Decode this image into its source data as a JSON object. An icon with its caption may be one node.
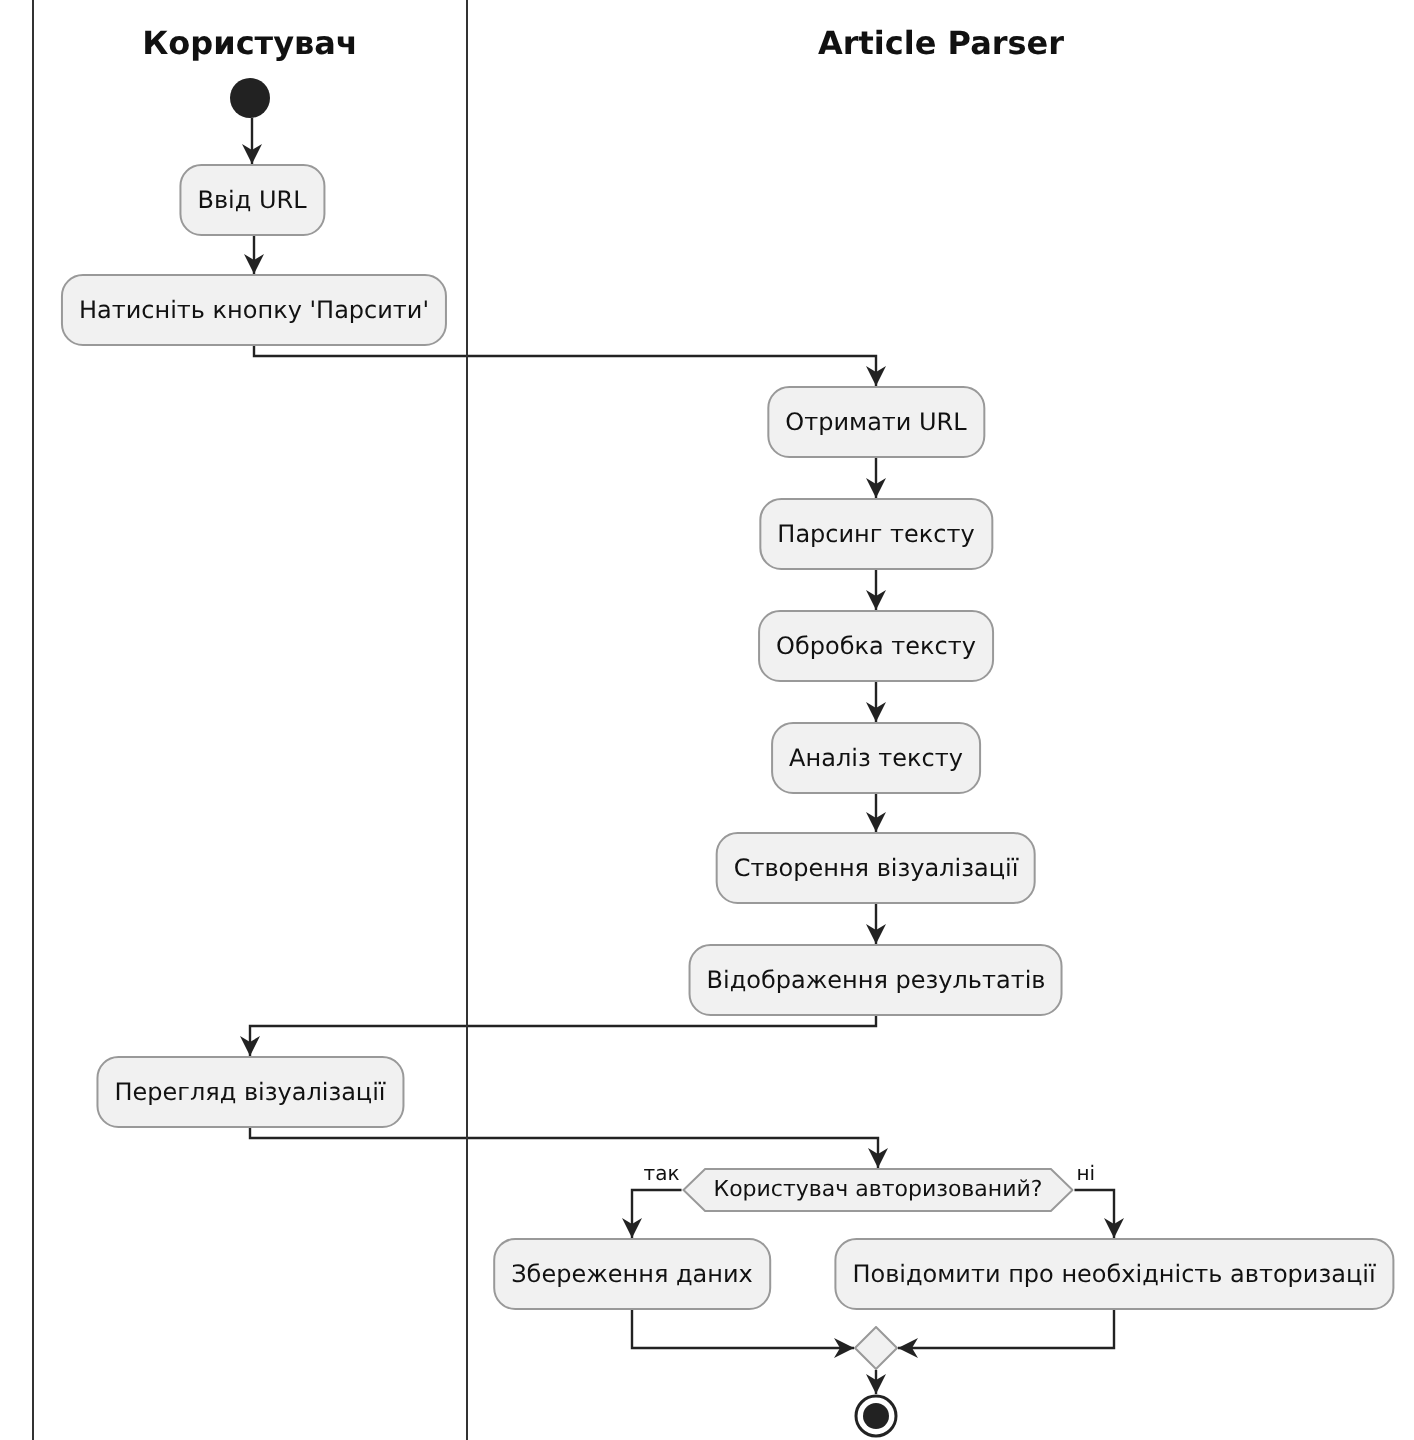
{
  "diagram": {
    "nodes": [
      {
        "text": [
          "Користувач"
        ]
      },
      {
        "text": [
          "Article Parser"
        ]
      },
      {
        "text": [],
        "shape": "circle",
        "in": 0
      },
      {
        "text": [
          "Ввід URL"
        ],
        "in": 0
      },
      {
        "text": [
          "Натисніть кнопку 'Парсити'"
        ],
        "in": 0
      },
      {
        "text": [
          "Отримати URL"
        ],
        "in": 1
      },
      {
        "text": [
          "Парсинг тексту"
        ],
        "in": 1
      },
      {
        "text": [
          "Обробка тексту"
        ],
        "in": 1
      },
      {
        "text": [
          "Аналіз тексту"
        ],
        "in": 1
      },
      {
        "text": [
          "Створення візуалізації"
        ],
        "in": 1
      },
      {
        "text": [
          "Відображення результатів"
        ],
        "in": 1
      },
      {
        "text": [
          "Перегляд візуалізації"
        ],
        "in": 0
      },
      {
        "text": [
          "Користувач авторизований?"
        ],
        "in": 1
      },
      {
        "text": [
          "Збереження даних"
        ],
        "in": 1
      },
      {
        "text": [
          "Повідомити про необхідність авторизації"
        ],
        "in": 1
      },
      {
        "text": [],
        "shape": "diamond",
        "in": 1
      },
      {
        "text": [],
        "shape": "circle",
        "in": 1
      }
    ],
    "edges": [
      {
        "from": 2,
        "to": 3,
        "arrow": "to"
      },
      {
        "from": 3,
        "to": 4,
        "arrow": "to"
      },
      {
        "from": 4,
        "to": 5,
        "arrow": "to"
      },
      {
        "from": 5,
        "to": 6,
        "arrow": "to"
      },
      {
        "from": 6,
        "to": 7,
        "arrow": "to"
      },
      {
        "from": 7,
        "to": 8,
        "arrow": "to"
      },
      {
        "from": 8,
        "to": 9,
        "arrow": "to"
      },
      {
        "from": 9,
        "to": 10,
        "arrow": "to"
      },
      {
        "from": 10,
        "to": 11,
        "arrow": "to"
      },
      {
        "from": 11,
        "to": 12,
        "arrow": "to"
      },
      {
        "from": 12,
        "to": 13,
        "arrow": "to",
        "label": "так"
      },
      {
        "from": 12,
        "to": 14,
        "arrow": "to",
        "label": "ні"
      },
      {
        "from": 13,
        "to": 15,
        "arrow": "to"
      },
      {
        "from": 14,
        "to": 15,
        "arrow": "to"
      },
      {
        "from": 15,
        "to": 16,
        "arrow": "to"
      }
    ]
  }
}
